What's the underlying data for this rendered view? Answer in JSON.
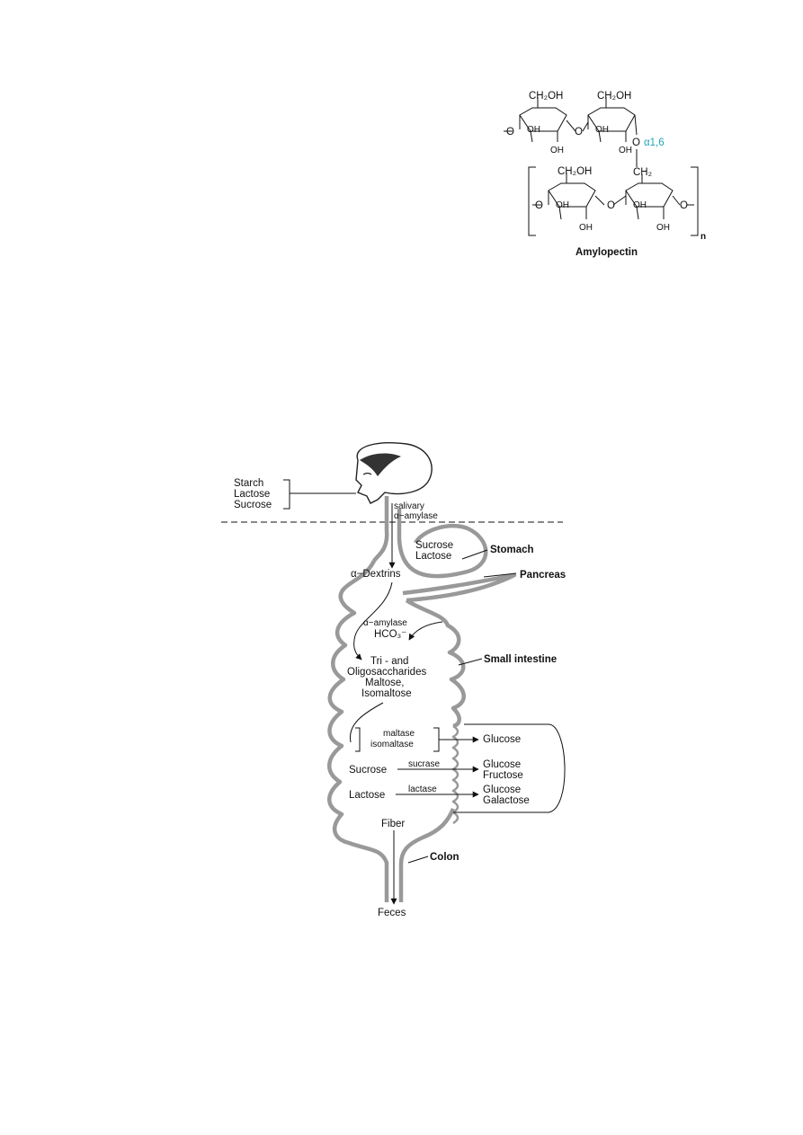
{
  "amylopectin": {
    "ch2oh_a": "CH₂OH",
    "ch2oh_b": "CH₂OH",
    "ch2oh_c": "CH₂OH",
    "ch2": "CH₂",
    "oh_labels": [
      "OH",
      "OH",
      "OH",
      "OH",
      "OH",
      "OH",
      "OH",
      "OH"
    ],
    "bridge_o": [
      "O",
      "O",
      "O",
      "O",
      "O",
      "O"
    ],
    "linkage": "α1,6",
    "repeat_n": "n",
    "caption": "Amylopectin",
    "accent_color": "#1fa3b8"
  },
  "digestion": {
    "inputs": [
      "Starch",
      "Lactose",
      "Sucrose"
    ],
    "salivary_1": "salivary",
    "salivary_2": "α−amylase",
    "stomach_contents_1": "Sucrose",
    "stomach_contents_2": "Lactose",
    "stomach": "Stomach",
    "dextrins": "α−Dextrins",
    "pancreas": "Pancreas",
    "pancreatic_1": "α−amylase",
    "pancreatic_2": "HCO₃⁻",
    "products_1": "Tri - and",
    "products_2": "Oligosaccharides",
    "products_3": "Maltose,",
    "products_4": "Isomaltose",
    "small_intestine": "Small intestine",
    "enzyme_maltase": "maltase",
    "enzyme_isomaltase": "isomaltase",
    "glucose_1": "Glucose",
    "sucrose": "Sucrose",
    "sucrase": "sucrase",
    "glucose_2": "Glucose",
    "fructose": "Fructose",
    "lactose": "Lactose",
    "lactase": "lactase",
    "glucose_3": "Glucose",
    "galactose": "Galactose",
    "fiber": "Fiber",
    "colon": "Colon",
    "feces": "Feces"
  }
}
